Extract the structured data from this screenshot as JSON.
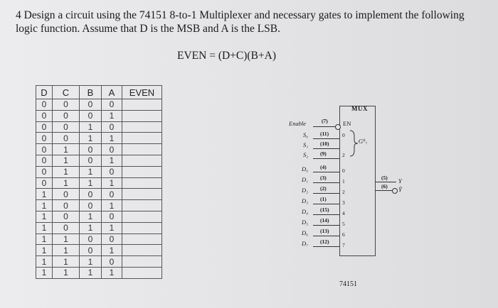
{
  "question": {
    "line1": "4 Design a circuit using the 74151 8-to-1 Multiplexer and necessary gates to implement the following",
    "line2": "logic function. Assume that D is the MSB and A is the LSB."
  },
  "equation": "EVEN = (D+C)(B+A)",
  "truth_table": {
    "headers": [
      "D",
      "C",
      "B",
      "A",
      "EVEN"
    ],
    "rows": [
      [
        "0",
        "0",
        "0",
        "0",
        ""
      ],
      [
        "0",
        "0",
        "0",
        "1",
        ""
      ],
      [
        "0",
        "0",
        "1",
        "0",
        ""
      ],
      [
        "0",
        "0",
        "1",
        "1",
        ""
      ],
      [
        "0",
        "1",
        "0",
        "0",
        ""
      ],
      [
        "0",
        "1",
        "0",
        "1",
        ""
      ],
      [
        "0",
        "1",
        "1",
        "0",
        ""
      ],
      [
        "0",
        "1",
        "1",
        "1",
        ""
      ],
      [
        "1",
        "0",
        "0",
        "0",
        ""
      ],
      [
        "1",
        "0",
        "0",
        "1",
        ""
      ],
      [
        "1",
        "0",
        "1",
        "0",
        ""
      ],
      [
        "1",
        "0",
        "1",
        "1",
        ""
      ],
      [
        "1",
        "1",
        "0",
        "0",
        ""
      ],
      [
        "1",
        "1",
        "0",
        "1",
        ""
      ],
      [
        "1",
        "1",
        "1",
        "0",
        ""
      ],
      [
        "1",
        "1",
        "1",
        "1",
        ""
      ]
    ]
  },
  "mux": {
    "title": "MUX",
    "part_number": "74151",
    "enable_label": "Enable",
    "en_label": "EN",
    "g_label": "G⁰₇",
    "select_inputs": [
      {
        "label": "S₀",
        "pin": "(11)"
      },
      {
        "label": "S₁",
        "pin": "(10)"
      },
      {
        "label": "S₂",
        "pin": "(9)"
      }
    ],
    "enable_pin": "(7)",
    "select_idx": [
      "0",
      "2"
    ],
    "data_inputs": [
      {
        "label": "D₀",
        "pin": "(4)",
        "idx": "0"
      },
      {
        "label": "D₁",
        "pin": "(3)",
        "idx": "1"
      },
      {
        "label": "D₂",
        "pin": "(2)",
        "idx": "2"
      },
      {
        "label": "D₃",
        "pin": "(1)",
        "idx": "3"
      },
      {
        "label": "D₄",
        "pin": "(15)",
        "idx": "4"
      },
      {
        "label": "D₅",
        "pin": "(14)",
        "idx": "5"
      },
      {
        "label": "D₆",
        "pin": "(13)",
        "idx": "6"
      },
      {
        "label": "D₇",
        "pin": "(12)",
        "idx": "7"
      }
    ],
    "outputs": [
      {
        "pin": "(5)",
        "label": "Y"
      },
      {
        "pin": "(6)",
        "label": "Ȳ"
      }
    ]
  }
}
